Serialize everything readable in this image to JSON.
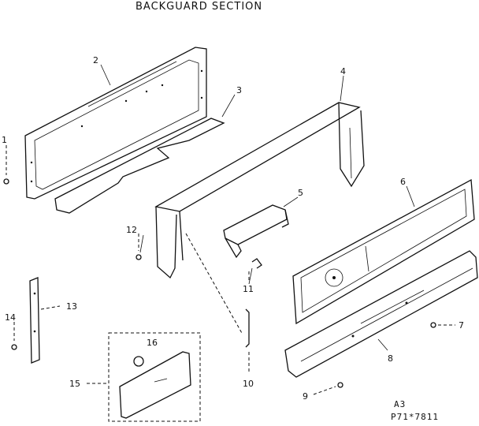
{
  "title": "BACKGUARD SECTION",
  "code": "A3",
  "figure_number": "P71*7811",
  "callouts": [
    {
      "id": "1",
      "label": "1"
    },
    {
      "id": "2",
      "label": "2"
    },
    {
      "id": "3",
      "label": "3"
    },
    {
      "id": "4",
      "label": "4"
    },
    {
      "id": "5",
      "label": "5"
    },
    {
      "id": "6",
      "label": "6"
    },
    {
      "id": "7",
      "label": "7"
    },
    {
      "id": "8",
      "label": "8"
    },
    {
      "id": "9",
      "label": "9"
    },
    {
      "id": "10",
      "label": "10"
    },
    {
      "id": "11",
      "label": "11"
    },
    {
      "id": "12",
      "label": "12"
    },
    {
      "id": "13",
      "label": "13"
    },
    {
      "id": "14",
      "label": "14"
    },
    {
      "id": "15",
      "label": "15"
    },
    {
      "id": "16",
      "label": "16"
    }
  ]
}
